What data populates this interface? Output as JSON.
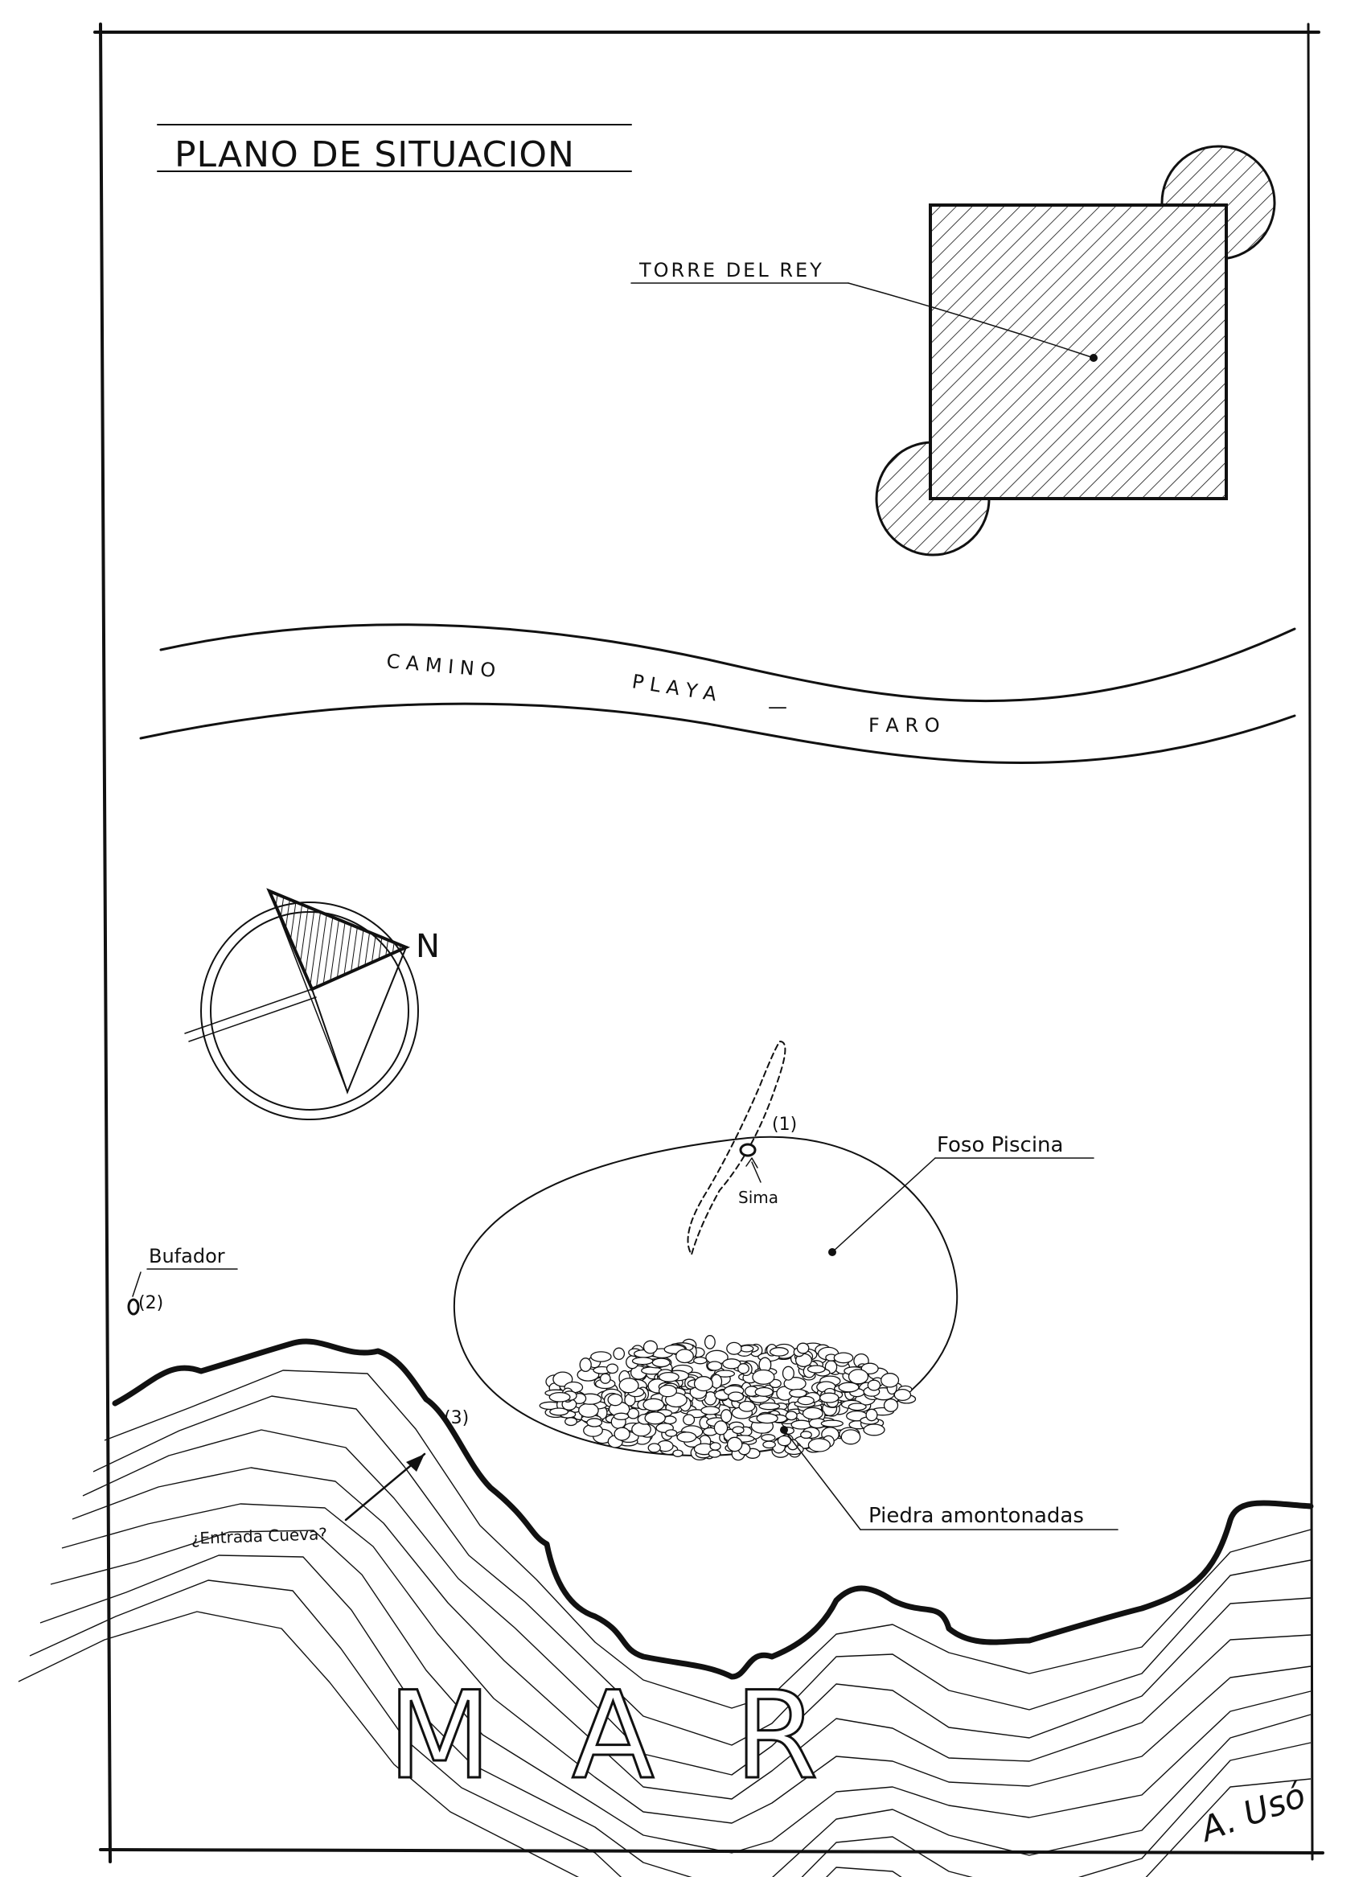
{
  "title": "PLANO DE SITUACION",
  "labels": {
    "tower": "TORRE DEL REY",
    "road_1": "C A M I N O",
    "road_2": "P L A Y A",
    "road_3": "—",
    "road_4": "F A R O",
    "north": "N",
    "point_1": "(1)",
    "sima": "Sima",
    "foso": "Foso Piscina",
    "bufador": "Bufador",
    "point_2": "(2)",
    "point_3": "(3)",
    "cave": "¿Entrada Cueva?",
    "stones": "Piedra amontonadas",
    "sea": "M A R",
    "signature": "A. Usó"
  },
  "colors": {
    "ink": "#111111",
    "paper": "#ffffff"
  }
}
